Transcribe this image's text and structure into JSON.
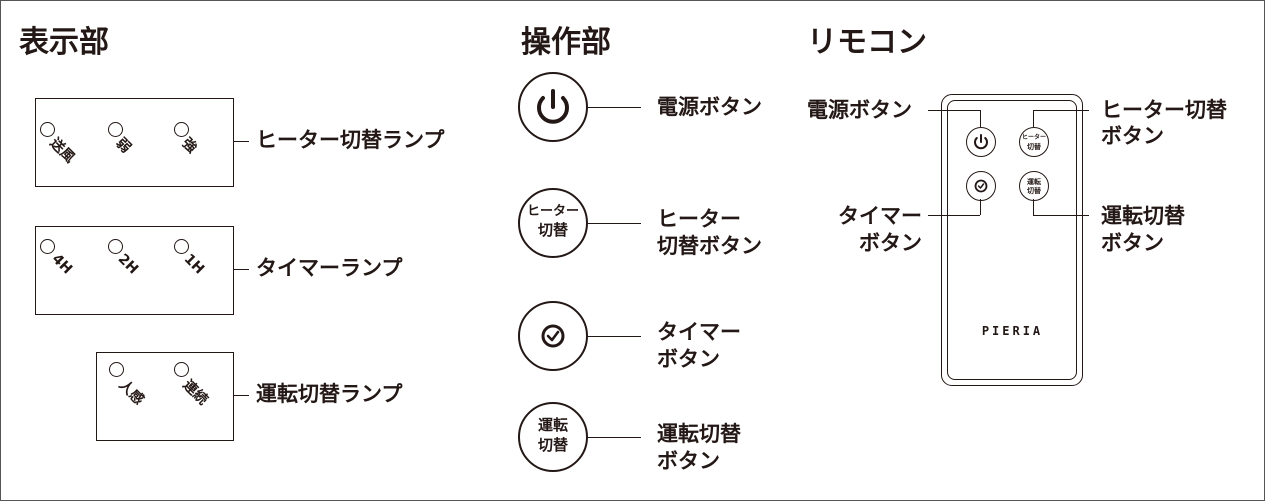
{
  "headings": {
    "display": "表示部",
    "operation": "操作部",
    "remote": "リモコン"
  },
  "display_section": {
    "heater_lamps": {
      "items": [
        "送風",
        "弱",
        "強"
      ],
      "label": "ヒーター切替ランプ"
    },
    "timer_lamps": {
      "items": [
        "4H",
        "2H",
        "1H"
      ],
      "label": "タイマーランプ"
    },
    "mode_lamps": {
      "items": [
        "人感",
        "連続"
      ],
      "label": "運転切替ランプ"
    }
  },
  "operation_section": {
    "power": {
      "label": "電源ボタン"
    },
    "heater": {
      "button_text": [
        "ヒーター",
        "切替"
      ],
      "label_lines": [
        "ヒーター",
        "切替ボタン"
      ]
    },
    "timer": {
      "label_lines": [
        "タイマー",
        "ボタン"
      ]
    },
    "mode": {
      "button_text": [
        "運転",
        "切替"
      ],
      "label_lines": [
        "運転切替",
        "ボタン"
      ]
    }
  },
  "remote_section": {
    "power_label": "電源ボタン",
    "heater_label_lines": [
      "ヒーター切替",
      "ボタン"
    ],
    "timer_label_lines": [
      "タイマー",
      "ボタン"
    ],
    "mode_label_lines": [
      "運転切替",
      "ボタン"
    ],
    "heater_button_text": [
      "ヒーター",
      "切替"
    ],
    "mode_button_text": [
      "運転",
      "切替"
    ],
    "brand": "PIERIA"
  }
}
